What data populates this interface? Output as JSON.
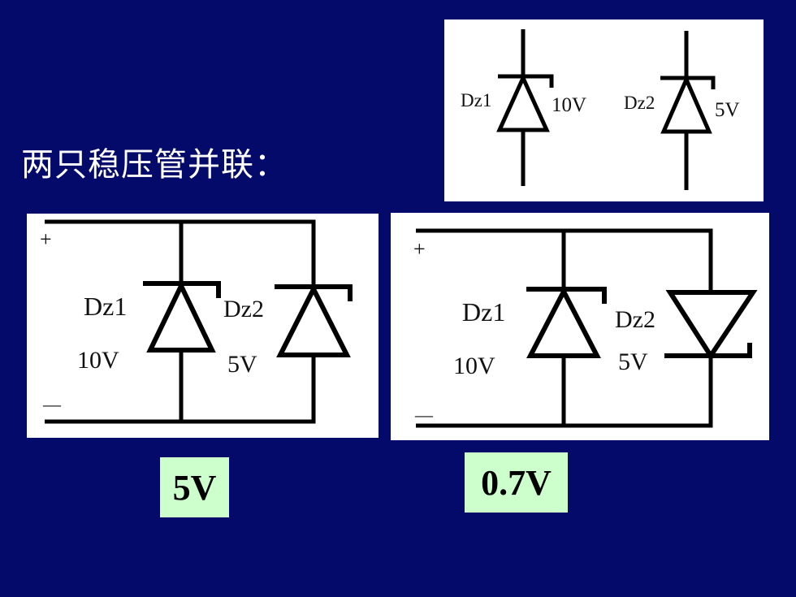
{
  "title": "两只稳压管并联：",
  "legend": {
    "d1_name": "Dz1",
    "d1_voltage": "10V",
    "d2_name": "Dz2",
    "d2_voltage": "5V"
  },
  "circuit_left": {
    "plus": "+",
    "minus": "—",
    "d1_name": "Dz1",
    "d1_voltage": "10V",
    "d2_name": "Dz2",
    "d2_voltage": "5V",
    "result": "5V"
  },
  "circuit_right": {
    "plus": "+",
    "minus": "—",
    "d1_name": "Dz1",
    "d1_voltage": "10V",
    "d2_name": "Dz2",
    "d2_voltage": "5V",
    "result": "0.7V"
  },
  "colors": {
    "background": "#030a6a",
    "panel": "#ffffff",
    "result_box": "#ccffcc"
  }
}
